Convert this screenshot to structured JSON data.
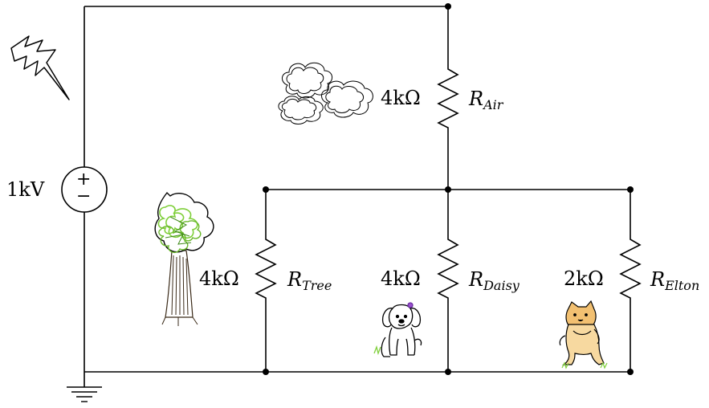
{
  "source": {
    "value": "1kV",
    "plus": "+",
    "minus": "−"
  },
  "resistors": {
    "air": {
      "value": "4kΩ",
      "name": "R",
      "sub": "Air"
    },
    "tree": {
      "value": "4kΩ",
      "name": "R",
      "sub": "Tree"
    },
    "daisy": {
      "value": "4kΩ",
      "name": "R",
      "sub": "Daisy"
    },
    "elton": {
      "value": "2kΩ",
      "name": "R",
      "sub": "Elton"
    }
  },
  "colors": {
    "wire": "#000000",
    "foliage": "#7fcf3a",
    "trunk": "#5a3b1e",
    "cat": "#f2c071",
    "grass": "#7fcf3a",
    "bow": "#9b4fd0"
  },
  "icons": [
    "lightning-icon",
    "cloud-icon",
    "tree-icon",
    "dog-icon",
    "cat-icon",
    "ground-icon"
  ]
}
